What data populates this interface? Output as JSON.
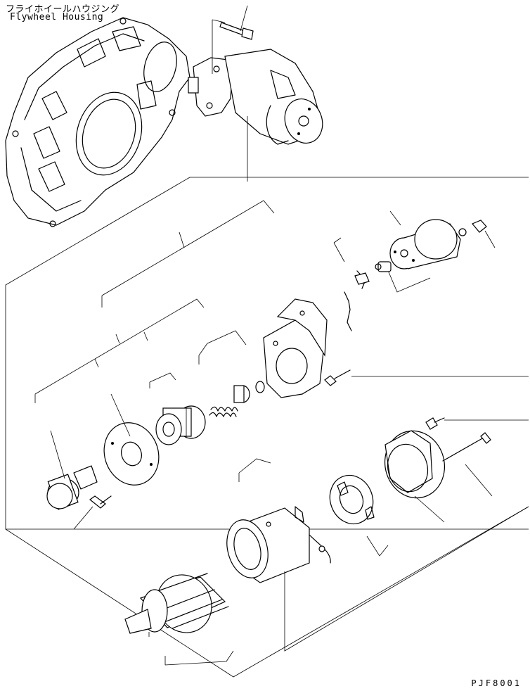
{
  "header": {
    "title_japanese": "フライホイールハウジング",
    "title_english": "Flywheel Housing"
  },
  "footer": {
    "drawing_code": "PJF8001"
  }
}
